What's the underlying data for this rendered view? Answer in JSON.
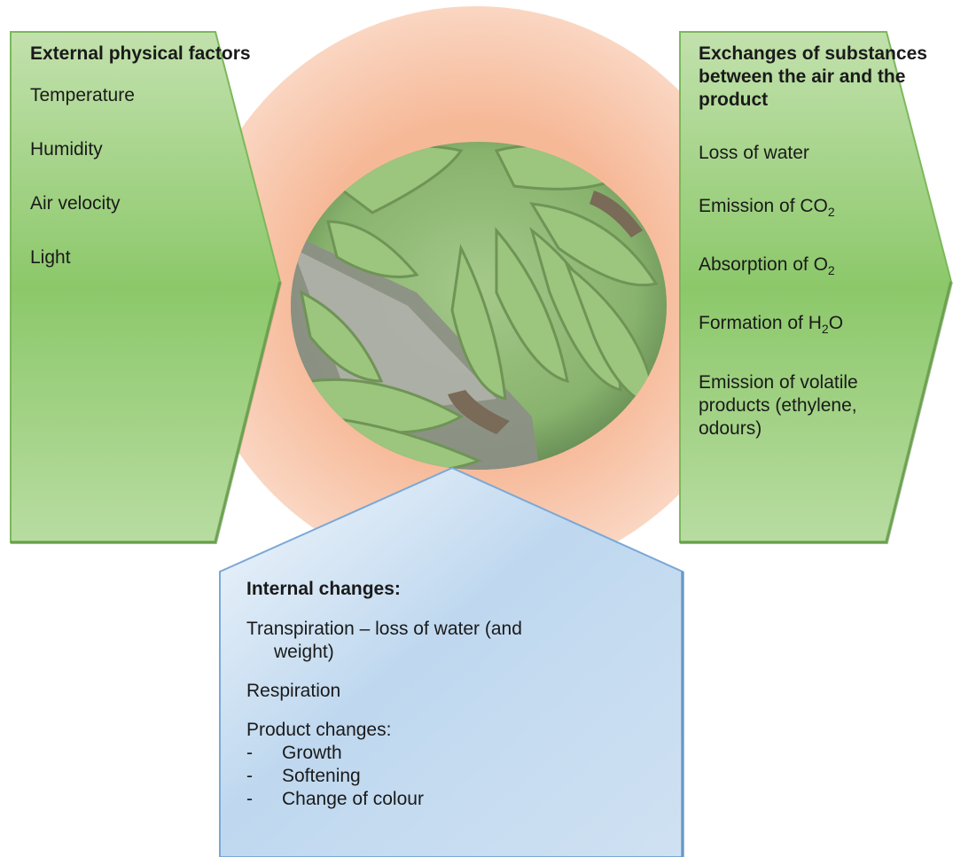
{
  "left": {
    "title": "External physical factors",
    "items": [
      "Temperature",
      "Humidity",
      "Air velocity",
      "Light"
    ]
  },
  "right": {
    "title": "Exchanges of substances between the air and the product",
    "items": [
      {
        "text": "Loss of water"
      },
      {
        "prefix": "Emission of CO",
        "sub": "2",
        "suffix": ""
      },
      {
        "prefix": "Absorption of O",
        "sub": "2",
        "suffix": ""
      },
      {
        "prefix": "Formation of H",
        "sub": "2",
        "suffix": "O"
      },
      {
        "text": "Emission of volatile products (ethylene, odours)"
      }
    ]
  },
  "bottom": {
    "title": "Internal changes:",
    "transpiration": "Transpiration – loss of water (and weight)",
    "respiration": "Respiration",
    "product_changes_label": "Product changes:",
    "product_changes": [
      "Growth",
      "Softening",
      "Change of colour"
    ]
  },
  "colors": {
    "green_light": "#b7dca0",
    "green_dark": "#7fbd5c",
    "green_edge": "#8cc66b",
    "peach": "#f7c4a8",
    "blue_light": "#dceaf6",
    "blue_dark": "#86b2dc",
    "blue_edge": "#6f9fcf",
    "banana": "#8fb773"
  },
  "icons": {
    "center_photo": "green-bananas-photo"
  }
}
